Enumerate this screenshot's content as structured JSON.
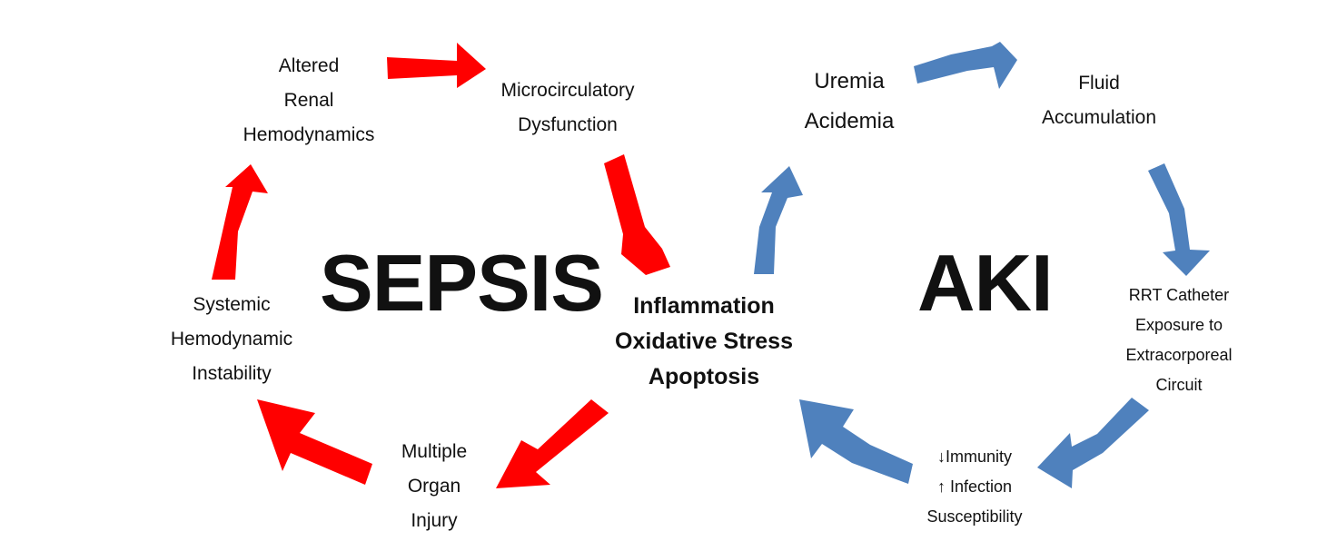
{
  "colors": {
    "sepsis": "#ff0000",
    "aki": "#4f81bd"
  },
  "sepsis": {
    "title": "SEPSIS",
    "nodes": {
      "altered_renal": [
        "Altered",
        "Renal",
        "Hemodynamics"
      ],
      "microcirculatory": [
        "Microcirculatory",
        "Dysfunction"
      ],
      "multiple_organ": [
        "Multiple",
        "Organ",
        "Injury"
      ],
      "systemic": [
        "Systemic",
        "Hemodynamic",
        "Instability"
      ]
    }
  },
  "aki": {
    "title": "AKI",
    "nodes": {
      "uremia": [
        "Uremia",
        "Acidemia"
      ],
      "fluid": [
        "Fluid",
        "Accumulation"
      ],
      "rrt": [
        "RRT Catheter",
        "Exposure to",
        "Extracorporeal",
        "Circuit"
      ],
      "immunity": [
        "↓Immunity",
        "↑ Infection",
        "Susceptibility"
      ]
    }
  },
  "shared": [
    "Inflammation",
    "Oxidative Stress",
    "Apoptosis"
  ]
}
